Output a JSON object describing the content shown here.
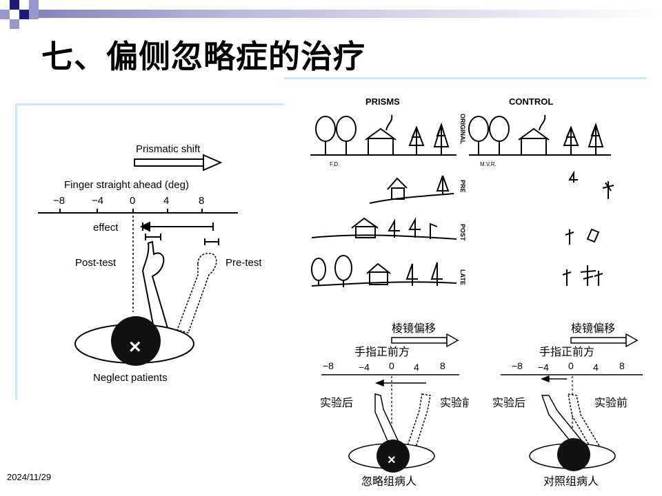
{
  "slide": {
    "title": "七、偏侧忽略症的治疗",
    "date": "2024/11/29"
  },
  "figure_left": {
    "prismatic_shift": "Prismatic shift",
    "axis_label": "Finger straight ahead (deg)",
    "ticks": [
      "−8",
      "−4",
      "0",
      "4",
      "8"
    ],
    "effect": "effect",
    "post_test": "Post-test",
    "pre_test": "Pre-test",
    "caption": "Neglect patients"
  },
  "figure_drawings": {
    "col_prisms": "PRISMS",
    "col_control": "CONTROL",
    "row_original": "ORIGINAL",
    "row_pre": "PRE",
    "row_post": "POST",
    "row_late": "LATE",
    "initials_prisms": "F.D.",
    "initials_control": "M.V.R."
  },
  "figure_cn_left": {
    "shift": "棱镜偏移",
    "axis": "手指正前方",
    "ticks": [
      "−8",
      "−4",
      "0",
      "4",
      "8"
    ],
    "after": "实验后",
    "before": "实验前",
    "caption": "忽略组病人"
  },
  "figure_cn_right": {
    "shift": "棱镜偏移",
    "axis": "手指正前方",
    "ticks": [
      "−8",
      "−4",
      "0",
      "4",
      "8"
    ],
    "after": "实验后",
    "before": "实验前",
    "caption": "对照组病人"
  }
}
